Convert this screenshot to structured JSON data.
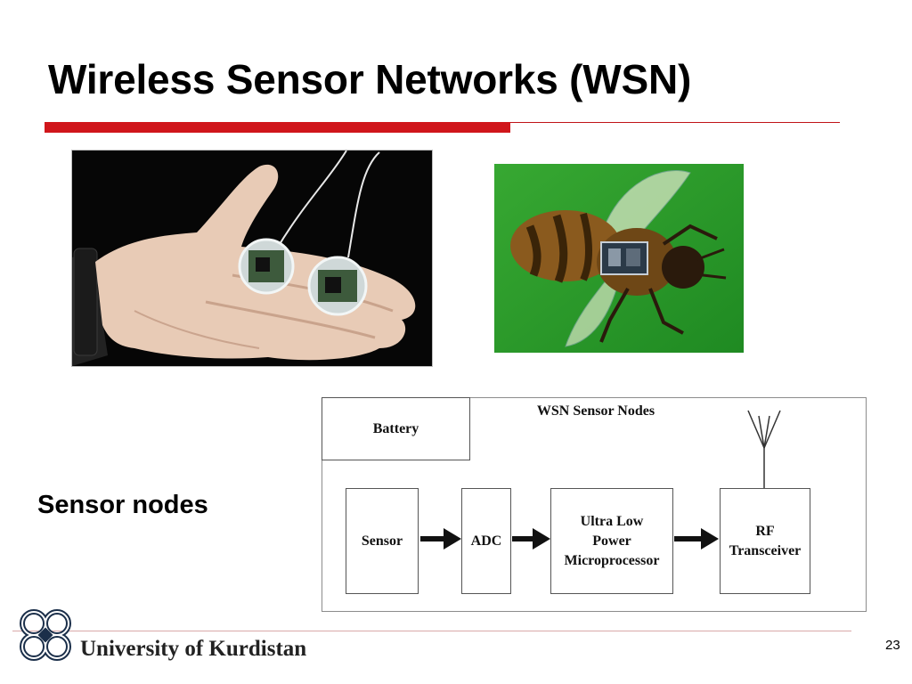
{
  "slide": {
    "title": "Wireless Sensor Networks (WSN)",
    "subtitle": "Sensor nodes",
    "page_number": "23"
  },
  "diagram": {
    "title": "WSN Sensor Nodes",
    "battery": "Battery",
    "sensor": "Sensor",
    "adc": "ADC",
    "microprocessor_lines": [
      "Ultra Low",
      "Power",
      "Microprocessor"
    ],
    "rf_lines": [
      "RF",
      "Transceiver"
    ]
  },
  "footer": {
    "university": "University of Kurdistan"
  },
  "colors": {
    "accent": "#d0161b",
    "bee_background": "#2fa02a"
  }
}
